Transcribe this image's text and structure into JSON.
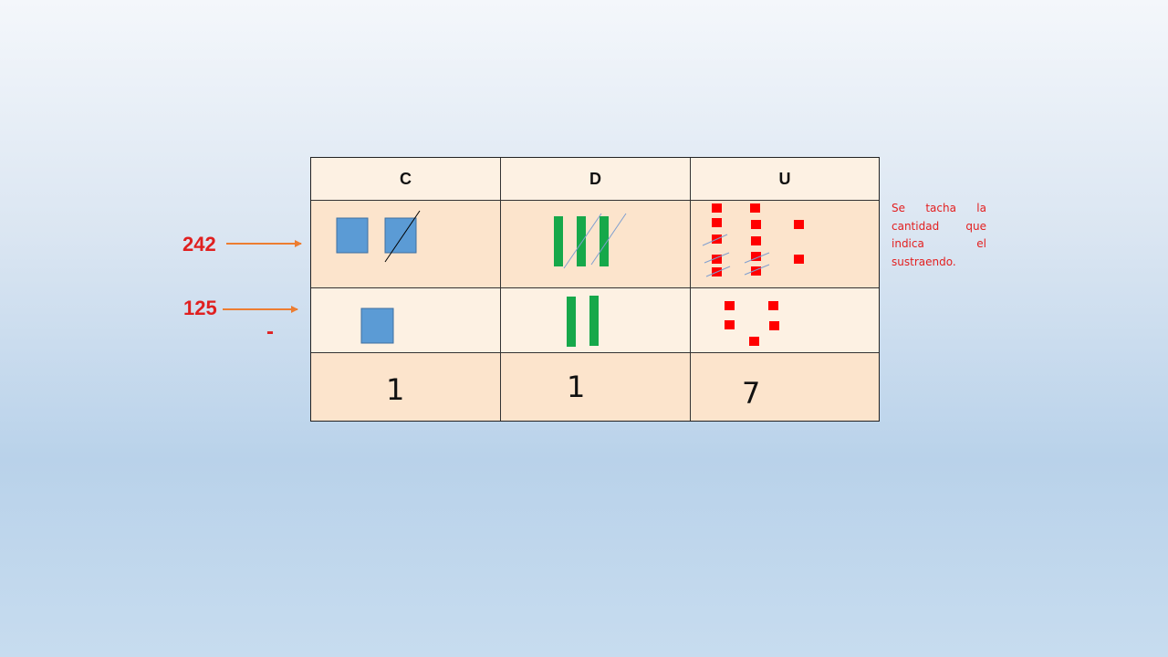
{
  "table": {
    "headers": [
      "C",
      "D",
      "U"
    ],
    "results": [
      "1",
      "1",
      "7"
    ]
  },
  "minuend": {
    "label": "242",
    "hundreds": 2,
    "tens": 3,
    "units": 12,
    "crossed": {
      "hundreds": 1,
      "tens": 2,
      "units": 5
    }
  },
  "subtrahend": {
    "label": "125",
    "hundreds": 1,
    "tens": 2,
    "units": 5
  },
  "operator": "-",
  "note": "Se tacha la cantidad que indica el sustraendo.",
  "colors": {
    "hundreds_block": "#5b9bd5",
    "tens_rod": "#16a84a",
    "units_cube": "#ff0000",
    "text_red": "#e02020",
    "arrow": "#ed7d31",
    "cross_line": "#7f9fd0"
  },
  "icons": [
    "hundreds-block-icon",
    "tens-rod-icon",
    "unit-cube-icon",
    "arrow-icon"
  ]
}
